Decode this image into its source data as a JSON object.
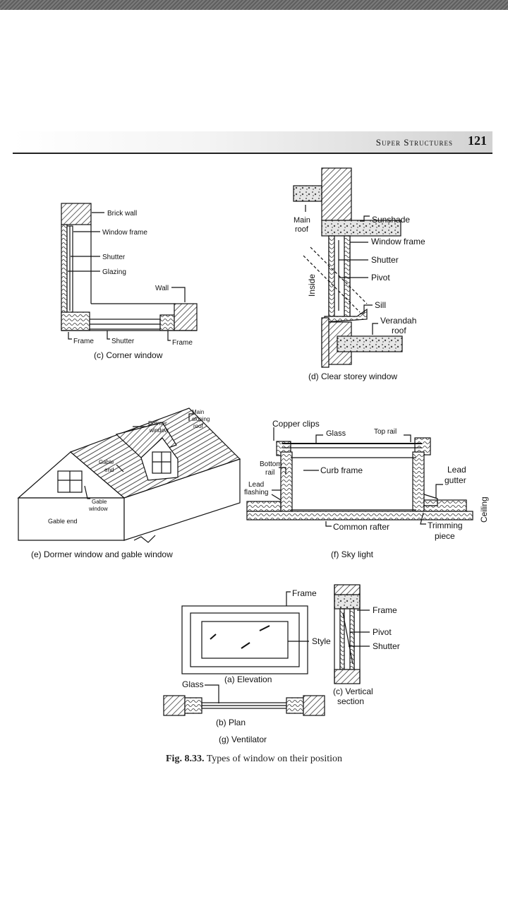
{
  "header": {
    "title": "Super Structures",
    "page": "121"
  },
  "corner": {
    "brick_wall": "Brick wall",
    "window_frame": "Window frame",
    "shutter": "Shutter",
    "glazing": "Glazing",
    "wall": "Wall",
    "frame_left": "Frame",
    "shutter_bottom": "Shutter",
    "frame_right": "Frame",
    "caption": "(c) Corner window"
  },
  "clear": {
    "main": "Main",
    "roof": "roof",
    "sunshade": "Sunshade",
    "window_frame": "Window frame",
    "shutter": "Shutter",
    "pivot": "Pivot",
    "inside": "Inside",
    "sill": "Sill",
    "verandah": "Verandah",
    "verandah_roof": "roof",
    "caption": "(d) Clear storey window"
  },
  "dormer": {
    "main": "Main",
    "sloping": "sloping",
    "roof": "roof",
    "dormer": "Dormer",
    "window": "window",
    "gable": "Gable",
    "end": "end",
    "gable_w": "Gable",
    "window_w": "window",
    "gable_end": "Gable end",
    "caption": "(e) Dormer window and gable window"
  },
  "sky": {
    "copper_clips": "Copper clips",
    "glass": "Glass",
    "top_rail": "Top rail",
    "bottom": "Bottom",
    "rail": "rail",
    "curb_frame": "Curb frame",
    "lead": "Lead",
    "flashing": "flashing",
    "lead_g": "Lead",
    "gutter": "gutter",
    "ceiling": "Ceiling",
    "common_rafter": "Common rafter",
    "trimming": "Trimming",
    "piece": "piece",
    "caption": "(f) Sky light"
  },
  "vent": {
    "frame": "Frame",
    "style": "Style",
    "elevation": "(a) Elevation",
    "glass": "Glass",
    "plan": "(b) Plan",
    "frame_v": "Frame",
    "pivot": "Pivot",
    "shutter": "Shutter",
    "vertical": "(c) Vertical",
    "section": "section",
    "caption": "(g) Ventilator"
  },
  "figure": {
    "number": "Fig. 8.33.",
    "text": "Types of  window on their position"
  }
}
